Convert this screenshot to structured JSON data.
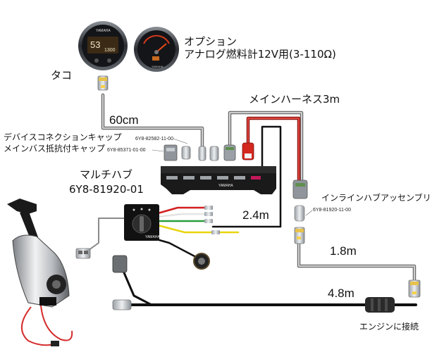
{
  "tachometer_label": "タコ",
  "gauge_brand": "YAMAHA",
  "tach_display": {
    "main": "53",
    "sub": "1300"
  },
  "option_label_line1": "オプション",
  "option_label_line2": "アナログ燃料計12V用(3-110Ω)",
  "main_harness_label": "メインハーネス3m",
  "length_60cm": "60cm",
  "device_cap_label": "デバイスコネクションキャップ",
  "main_bus_cap_label": "メインバス抵抗付キャップ",
  "part_device_cap": "6Y8-82582-11-00",
  "part_main_bus_cap": "6Y8-85371-01-00",
  "multi_hub_label": "マルチハブ",
  "multi_hub_part": "6Y8-81920-01",
  "hub_brand": "YAMAHA",
  "switch_brand": "YAMAHA",
  "length_2_4m": "2.4m",
  "inline_hub_label": "インラインハブアッセンブリ",
  "inline_hub_part": "6Y8-81920-11-00",
  "length_1_8m": "1.8m",
  "length_4_8m": "4.8m",
  "engine_label": "エンジンに接続"
}
